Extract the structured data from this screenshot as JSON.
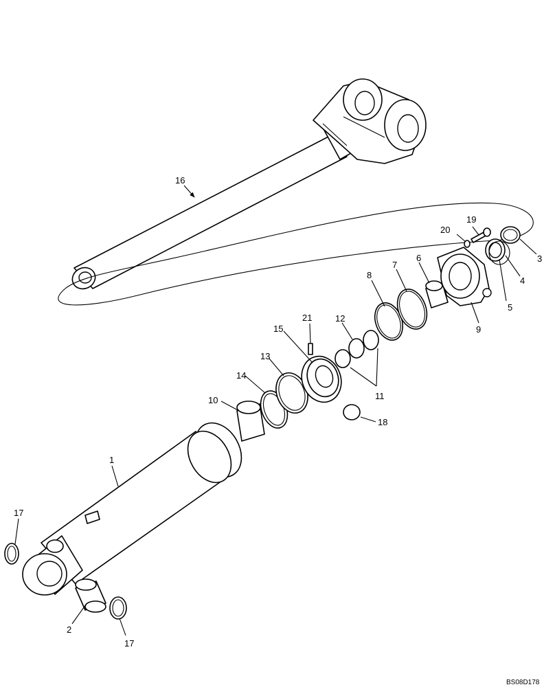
{
  "callouts": {
    "c1": "1",
    "c2": "2",
    "c3": "3",
    "c4": "4",
    "c5": "5",
    "c6": "6",
    "c7": "7",
    "c8": "8",
    "c9": "9",
    "c10": "10",
    "c11": "11",
    "c12": "12",
    "c13": "13",
    "c14": "14",
    "c15": "15",
    "c16": "16",
    "c17a": "17",
    "c17b": "17",
    "c18": "18",
    "c19": "19",
    "c20": "20",
    "c21": "21"
  },
  "reference_code": "BS08D178",
  "colors": {
    "line": "#000000",
    "background": "#ffffff"
  }
}
